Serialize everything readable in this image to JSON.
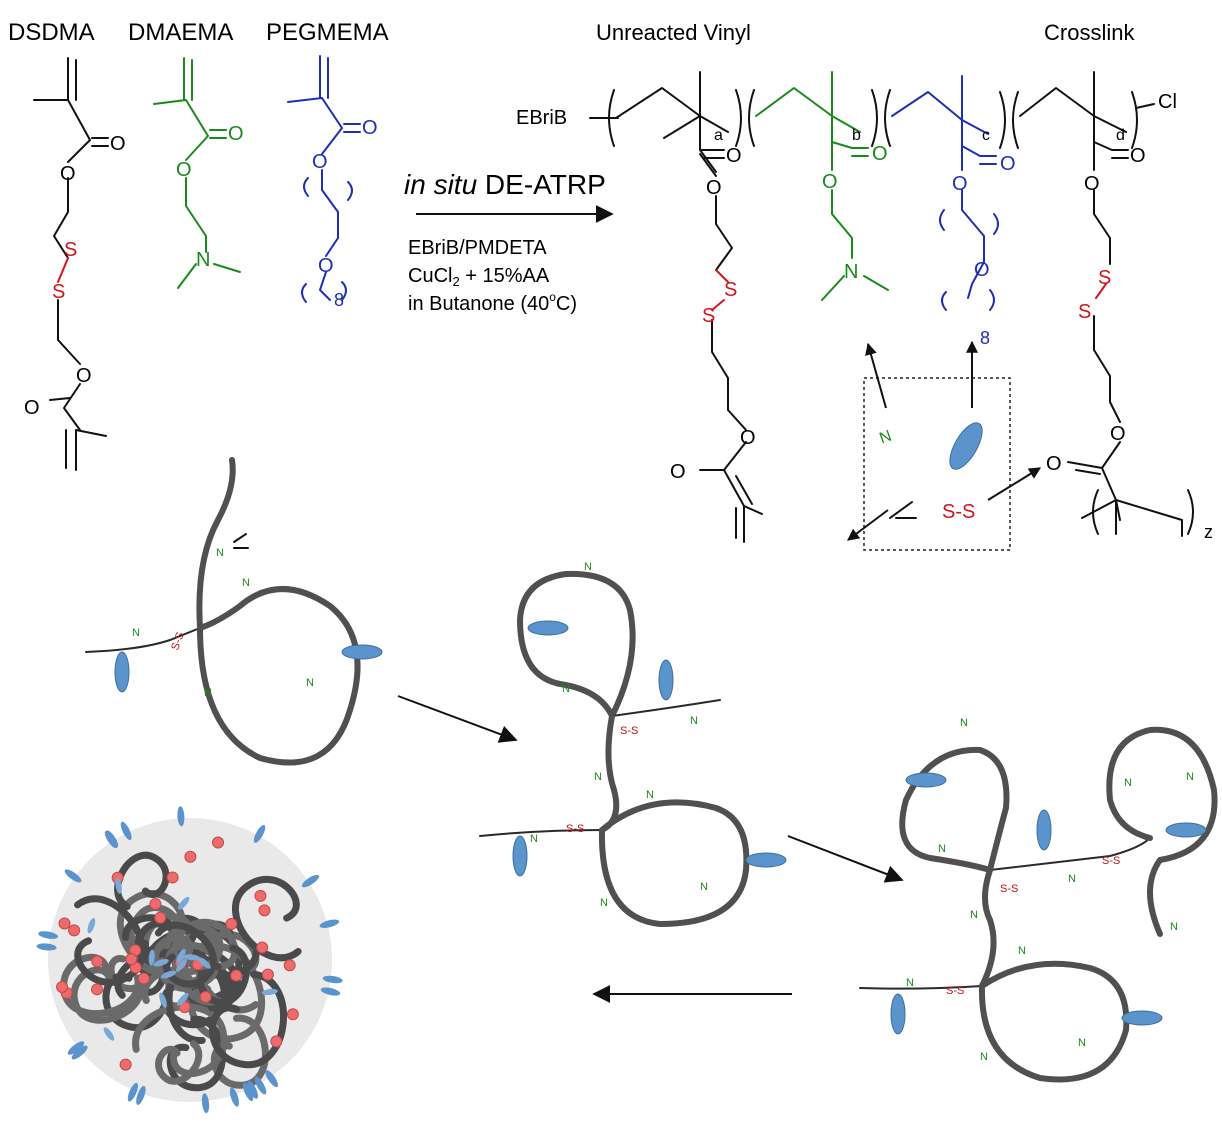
{
  "monomers": {
    "dsdma": "DSDMA",
    "dmaema": "DMAEMA",
    "pegmema": "PEGMEMA"
  },
  "headers": {
    "unreacted_vinyl": "Unreacted Vinyl",
    "crosslink": "Crosslink"
  },
  "atoms": {
    "oxygen": "O",
    "nitrogen": "N",
    "sulfur": "S",
    "chlorine": "Cl",
    "initiator": "EBriB",
    "peg_repeat": "8",
    "disulfide": "S-S"
  },
  "subscripts": {
    "a": "a",
    "b": "b",
    "c": "c",
    "d": "d",
    "z": "z"
  },
  "reaction": {
    "title_italic": "in situ",
    "title_rest": " DE-ATRP",
    "cond_1": "EBriB/PMDETA",
    "cond_2a": "CuCl",
    "cond_2b": "2",
    "cond_2c": " + 15%AA",
    "cond_3a": "in Butanone (40",
    "cond_3b": "o",
    "cond_3c": "C)"
  },
  "legend": {
    "n_icon": "N",
    "ss_icon": "S-S"
  },
  "colors": {
    "dsdma": "#111111",
    "dmaema": "#1a8a1a",
    "pegmema": "#1f2fb5",
    "disulfide": "#d4141a",
    "peg_ellipse": "#5b93cc",
    "chain": "#505050",
    "crosslink_node": "#ef6a6a"
  }
}
